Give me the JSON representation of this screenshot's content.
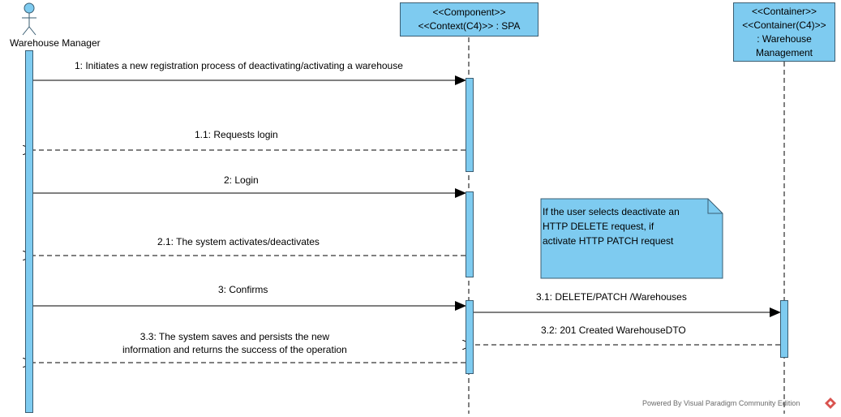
{
  "actor": {
    "label": "Warehouse Manager"
  },
  "lifelines": [
    {
      "stereotype": "<<Component>>",
      "name": "<<Context(C4)>> : SPA"
    },
    {
      "stereotype": "<<Container>>",
      "name": "<<Container(C4)>>",
      "name2": ": Warehouse",
      "name3": "Management"
    }
  ],
  "messages": [
    {
      "label": "1: Initiates a new registration process of deactivating/activating a warehouse",
      "kind": "sync"
    },
    {
      "label": "1.1: Requests login",
      "kind": "reply"
    },
    {
      "label": "2: Login",
      "kind": "sync"
    },
    {
      "label": "2.1: The system activates/deactivates",
      "kind": "reply"
    },
    {
      "label": "3: Confirms",
      "kind": "sync"
    },
    {
      "label": "3.1: DELETE/PATCH /Warehouses",
      "kind": "sync"
    },
    {
      "label": "3.2: 201 Created WarehouseDTO",
      "kind": "reply"
    },
    {
      "label_line1": "3.3: The system saves and persists the new",
      "label_line2": "information and returns the success of the operation",
      "kind": "reply"
    }
  ],
  "note": {
    "line1": "If the user selects deactivate an",
    "line2": "HTTP DELETE request, if",
    "line3": "activate HTTP PATCH request"
  },
  "watermark": "Powered By  Visual Paradigm Community Edition",
  "colors": {
    "fill": "#7ecbf0",
    "stroke": "#3a5d72",
    "line": "#000000"
  }
}
